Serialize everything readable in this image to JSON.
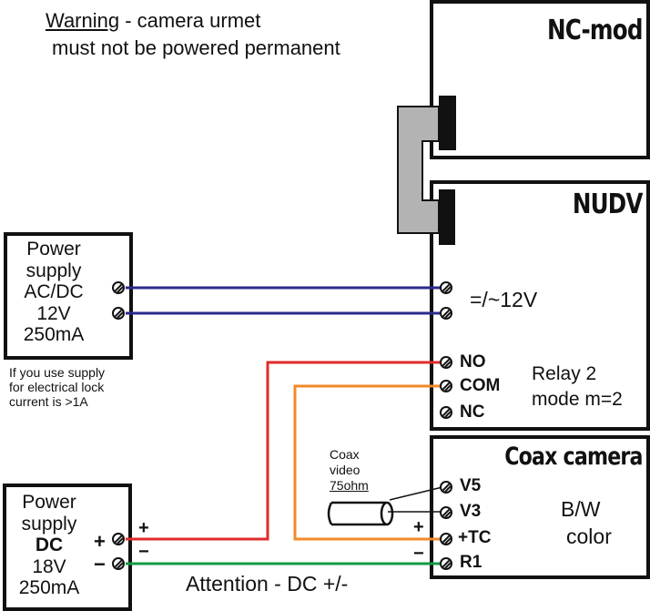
{
  "warning": {
    "keyword": "Warning",
    "line1_rest": " -  camera urmet",
    "line2": "must not be powered permanent"
  },
  "modules": {
    "nc_mod": {
      "title": "NC-mod"
    },
    "nudv": {
      "title": "NUDV",
      "supply_label": "=/~12V",
      "relay_terminals": [
        "NO",
        "COM",
        "NC"
      ],
      "relay_label_line1": "Relay 2",
      "relay_label_line2": "mode m=2"
    },
    "coax_camera": {
      "title": "Coax camera",
      "terminals": [
        "V5",
        "V3",
        "+TC",
        "R1"
      ],
      "type_line1": "B/W",
      "type_line2": "color",
      "plus_sign": "+",
      "minus_sign": "−"
    }
  },
  "power_supply_acdc": {
    "lines": [
      "Power",
      "supply",
      "AC/DC",
      "12V",
      "250mA"
    ],
    "note_lines": [
      "If you use supply",
      "for electrical lock",
      "current is >1A"
    ]
  },
  "power_supply_dc": {
    "lines": [
      "Power",
      "supply",
      "DC",
      "18V",
      "250mA"
    ],
    "plus_sign": "+",
    "minus_sign": "−",
    "wire_plus": "+",
    "wire_minus": "−"
  },
  "coax_cable": {
    "lines": [
      "Coax",
      "video",
      "75ohm"
    ]
  },
  "attention": "Attention - DC +/-",
  "colors": {
    "supply_wire": "#2b2a8c",
    "relay_no_wire": "#e02b2b",
    "relay_com_wire": "#f08a2a",
    "dc_minus_wire": "#119944",
    "connector_gray": "#b3b3b3",
    "outline": "#111111"
  }
}
